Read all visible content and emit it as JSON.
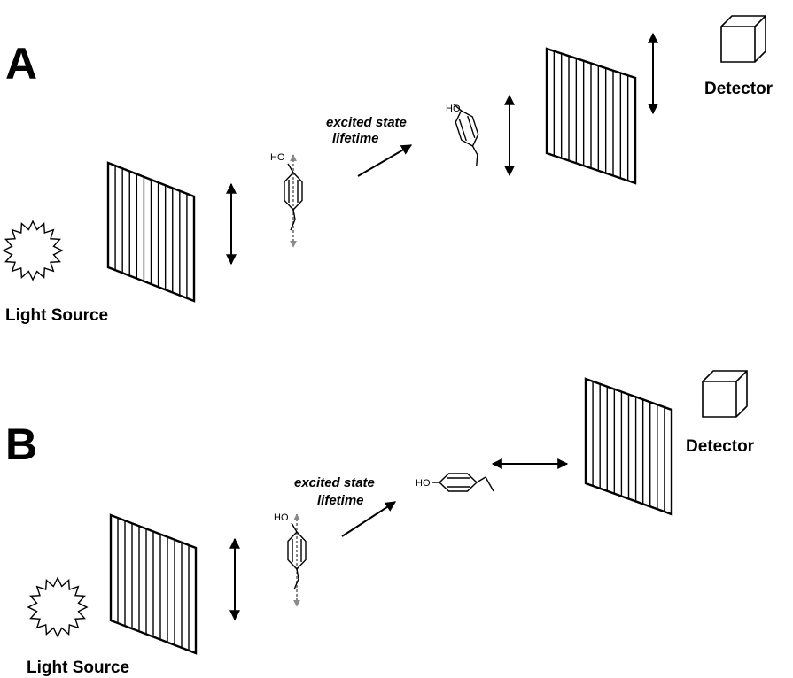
{
  "panels": [
    {
      "label": "A",
      "source_label": "Light Source",
      "detector_label": "Detector",
      "lifetime_label": {
        "line1": "excited state",
        "line2": "lifetime"
      },
      "molecule_labels": {
        "aligned": "HO",
        "rotated": "HO"
      },
      "second_polarizer_orientation": "vertical"
    },
    {
      "label": "B",
      "source_label": "Light Source",
      "detector_label": "Detector",
      "lifetime_label": {
        "line1": "excited state",
        "line2": "lifetime"
      },
      "molecule_labels": {
        "aligned": "HO",
        "rotated": "HO"
      },
      "second_polarizer_orientation": "horizontal"
    }
  ],
  "icons": [
    "starburst-icon",
    "polarizer-icon",
    "double-arrow-icon",
    "molecule-icon",
    "arrow-icon",
    "cube-icon"
  ],
  "colors": {
    "ink": "#000000",
    "transition_dipole": "#8a8a8a",
    "background": "#ffffff"
  }
}
